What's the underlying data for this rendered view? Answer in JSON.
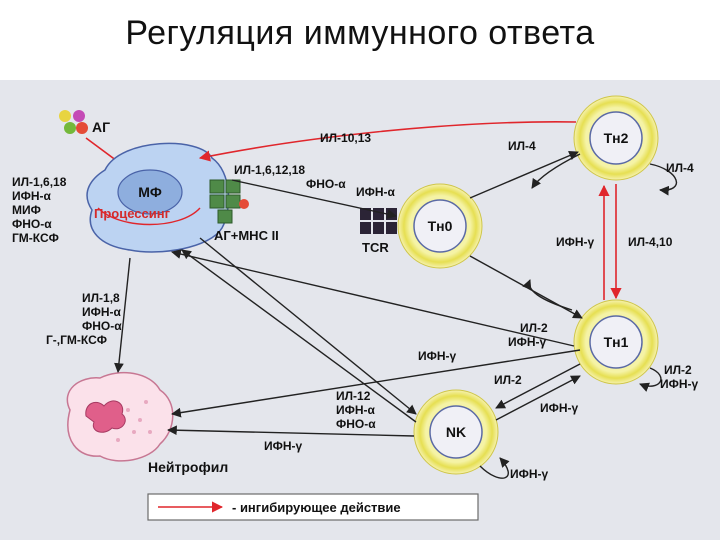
{
  "title": "Регуляция иммунного ответа",
  "nodes": {
    "ag": "АГ",
    "mf": "МФ",
    "processing": "Процессинг",
    "th0": "Тн0",
    "th1": "Тн1",
    "th2": "Тн2",
    "nk": "NK",
    "neutrophil": "Нейтрофил",
    "ag_mhc": "АГ+МНС II",
    "tcr": "TCR"
  },
  "labels": {
    "mf_cytokines": [
      "ИЛ-1,6,18",
      "ИФН-α",
      "МИФ",
      "ФНО-α",
      "ГМ-КСФ"
    ],
    "th2_to_mf": "ИЛ-10,13",
    "mf_to_th0": [
      "ИЛ-1,6,12,18",
      "ФНО-α"
    ],
    "ifn_to_th0": "ИФН-α",
    "th2_to_th0": "ИЛ-4",
    "th2_self": "ИЛ-4",
    "th1_to_th2": "ИФН-γ",
    "th2_to_th1": "ИЛ-4,10",
    "th0_to_th1": [
      "ИЛ-2",
      "ИФН-γ"
    ],
    "th1_self": [
      "ИЛ-2",
      "ИФН-γ"
    ],
    "th1_to_mf": "ИФН-γ",
    "th1_to_nk": "ИЛ-2",
    "nk_to_th1": "ИФН-γ",
    "mf_to_nk": [
      "ИЛ-12",
      "ИФН-α",
      "ФНО-α"
    ],
    "nk_to_neut": "ИФН-γ",
    "nk_self": "ИФН-γ",
    "mf_to_neut": [
      "ИЛ-1,8",
      "ИФН-α",
      "ФНО-α",
      "Г-,ГМ-КСФ"
    ]
  },
  "legend": {
    "text": "- ингибирующее действие"
  },
  "colors": {
    "cell_fill": "#f5f3a6",
    "cell_ring": "#e8e16a",
    "macrophage": "#bcd3f2",
    "inhibit_arrow": "#e0262c",
    "processing_text": "#d42a2a",
    "panel": "#e4e6ec"
  }
}
